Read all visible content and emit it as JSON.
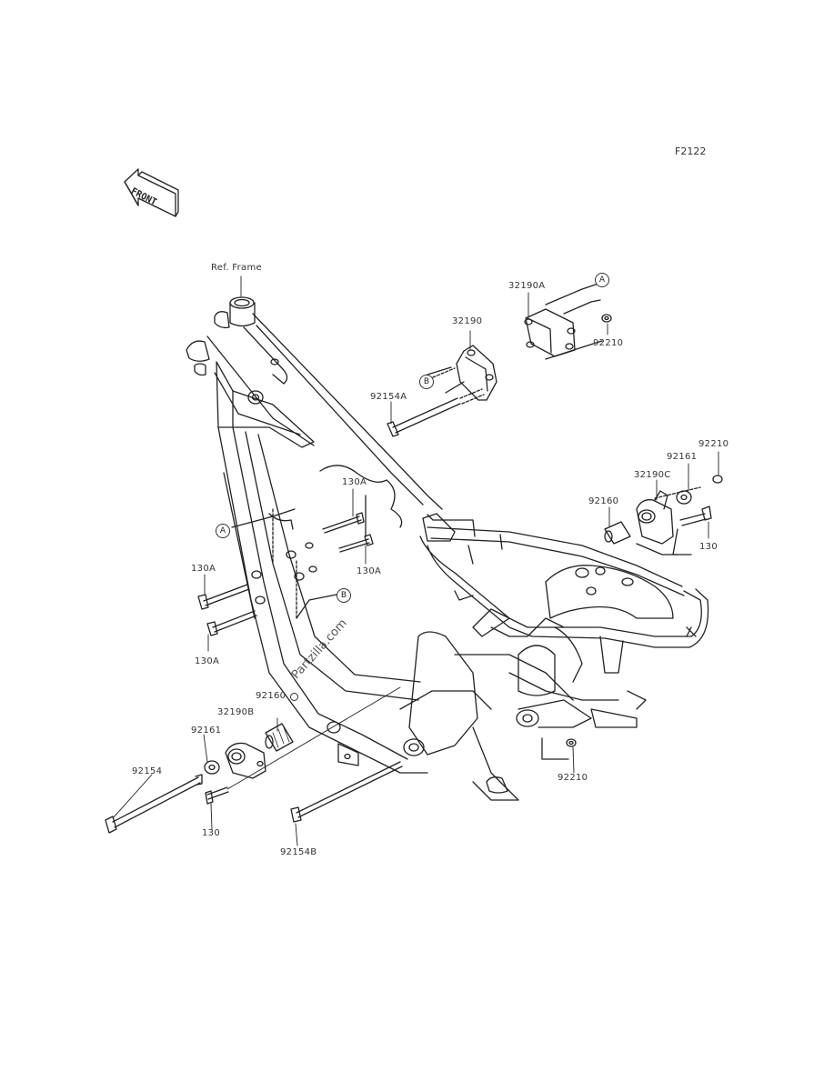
{
  "diagram": {
    "code": "F2122",
    "front_label": "FRONT",
    "ref_label": "Ref. Frame",
    "callouts": {
      "a": "A",
      "b": "B"
    },
    "parts": {
      "p32190A": "32190A",
      "p92210_top": "92210",
      "p32190": "32190",
      "p92154A": "92154A",
      "p92210_right": "92210",
      "p92161_right": "92161",
      "p32190C": "32190C",
      "p92160_right": "92160",
      "p130_right": "130",
      "p130A_1": "130A",
      "p130A_2": "130A",
      "p130A_3": "130A",
      "p130A_4": "130A",
      "p92160_left": "92160",
      "p32190B": "32190B",
      "p92161_left": "92161",
      "p92154": "92154",
      "p130_left": "130",
      "p92154B": "92154B",
      "p92210_bottom": "92210"
    },
    "watermark": "Partzilla.com"
  }
}
